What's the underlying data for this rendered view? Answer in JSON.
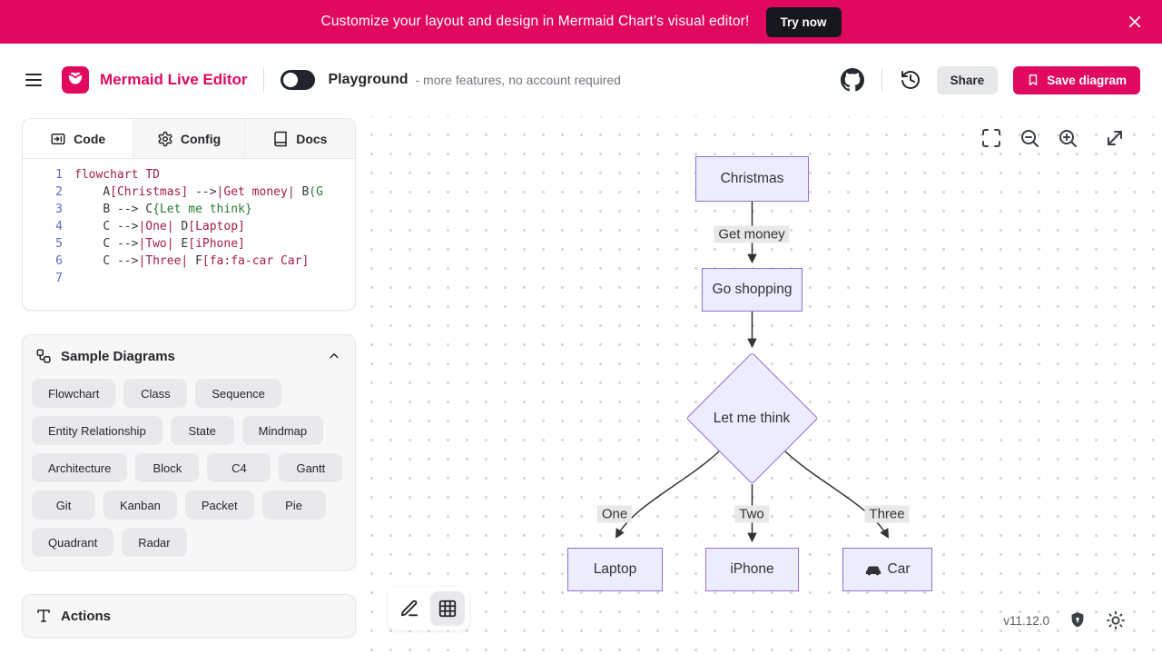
{
  "banner": {
    "message": "Customize your layout and design in Mermaid Chart’s visual editor!",
    "cta_label": "Try now"
  },
  "header": {
    "brand": "Mermaid Live Editor",
    "mode_label": "Playground",
    "mode_note": "- more features, no account required",
    "share_label": "Share",
    "save_label": "Save diagram"
  },
  "editor": {
    "tabs": {
      "code": "Code",
      "config": "Config",
      "docs": "Docs"
    },
    "lines": [
      {
        "num": "1",
        "segments": [
          {
            "t": "flowchart TD",
            "k": "kw"
          }
        ]
      },
      {
        "num": "2",
        "segments": [
          {
            "t": "    ",
            "k": "d"
          },
          {
            "t": "A",
            "k": "id"
          },
          {
            "t": "[Christmas]",
            "k": "br"
          },
          {
            "t": " ",
            "k": "d"
          },
          {
            "t": "-->",
            "k": "op"
          },
          {
            "t": "|Get money|",
            "k": "lbl"
          },
          {
            "t": " ",
            "k": "d"
          },
          {
            "t": "B",
            "k": "id"
          },
          {
            "t": "(G",
            "k": "grn"
          }
        ]
      },
      {
        "num": "3",
        "segments": [
          {
            "t": "    ",
            "k": "d"
          },
          {
            "t": "B",
            "k": "id"
          },
          {
            "t": " --> ",
            "k": "op"
          },
          {
            "t": "C",
            "k": "id"
          },
          {
            "t": "{Let me think}",
            "k": "grn"
          }
        ]
      },
      {
        "num": "4",
        "segments": [
          {
            "t": "    ",
            "k": "d"
          },
          {
            "t": "C",
            "k": "id"
          },
          {
            "t": " -->",
            "k": "op"
          },
          {
            "t": "|One|",
            "k": "lbl"
          },
          {
            "t": " ",
            "k": "d"
          },
          {
            "t": "D",
            "k": "id"
          },
          {
            "t": "[Laptop]",
            "k": "br"
          }
        ]
      },
      {
        "num": "5",
        "segments": [
          {
            "t": "    ",
            "k": "d"
          },
          {
            "t": "C",
            "k": "id"
          },
          {
            "t": " -->",
            "k": "op"
          },
          {
            "t": "|Two|",
            "k": "lbl"
          },
          {
            "t": " ",
            "k": "d"
          },
          {
            "t": "E",
            "k": "id"
          },
          {
            "t": "[iPhone]",
            "k": "br"
          }
        ]
      },
      {
        "num": "6",
        "segments": [
          {
            "t": "    ",
            "k": "d"
          },
          {
            "t": "C",
            "k": "id"
          },
          {
            "t": " -->",
            "k": "op"
          },
          {
            "t": "|Three|",
            "k": "lbl"
          },
          {
            "t": " ",
            "k": "d"
          },
          {
            "t": "F",
            "k": "id"
          },
          {
            "t": "[fa:fa-car Car]",
            "k": "br"
          }
        ]
      },
      {
        "num": "7",
        "segments": []
      }
    ]
  },
  "samples": {
    "title": "Sample Diagrams",
    "items": [
      "Flowchart",
      "Class",
      "Sequence",
      "Entity Relationship",
      "State",
      "Mindmap",
      "Architecture",
      "Block",
      "C4",
      "Gantt",
      "Git",
      "Kanban",
      "Packet",
      "Pie",
      "Quadrant",
      "Radar"
    ]
  },
  "actions": {
    "title": "Actions"
  },
  "diagram": {
    "nodes": {
      "christmas": "Christmas",
      "shopping": "Go shopping",
      "think": "Let me think",
      "laptop": "Laptop",
      "iphone": "iPhone",
      "car": "Car"
    },
    "edge_labels": {
      "money": "Get money",
      "one": "One",
      "two": "Two",
      "three": "Three"
    }
  },
  "statusbar": {
    "version": "v11.12.0"
  },
  "colors": {
    "accent": "#e0095f",
    "node_fill": "#ececff",
    "node_border": "#9370db",
    "edge_label_bg": "#e8e8e8"
  }
}
